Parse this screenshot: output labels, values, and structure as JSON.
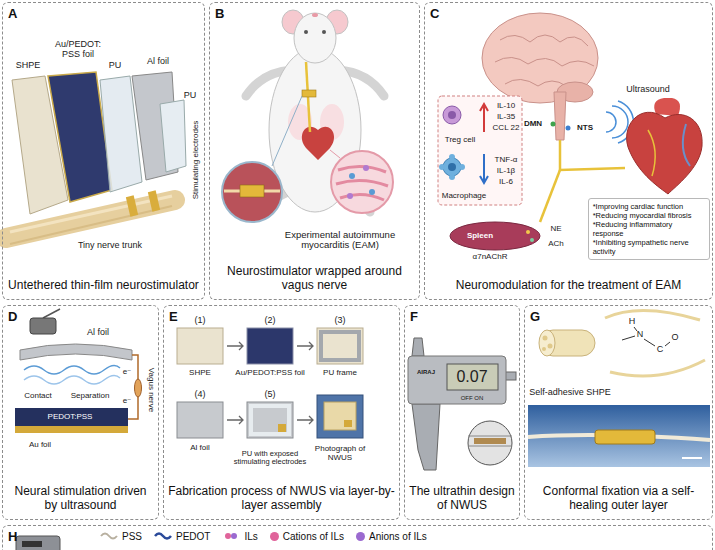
{
  "diagram": {
    "nodes": [
      {
        "text": [
          "A",
          "Untethered thin-film neurostimulator"
        ]
      },
      {
        "text": [
          "B",
          "Neurostimulator wrapped around vagus nerve"
        ]
      },
      {
        "text": [
          "C",
          "Neuromodulation for the treatment of EAM"
        ]
      },
      {
        "text": [
          "*Improving cardiac function",
          "*Reducing myocardial fibrosis",
          "*Reducing inflammatory response",
          "*Inhibiting sympathetic nerve activity"
        ],
        "in": 2
      },
      {
        "text": [
          "D",
          "Neural stimulation driven by ultrasound"
        ]
      },
      {
        "text": [
          "E",
          "Fabrication process of NWUS via layer-by-layer assembly"
        ]
      },
      {
        "text": [
          "F",
          "The ultrathin design of NWUS"
        ]
      },
      {
        "text": [
          "G",
          "Conformal fixation via a self-healing outer layer"
        ]
      },
      {
        "text": [
          "H"
        ]
      }
    ],
    "labels": [
      "SHPE",
      "Au/PEDOT: PSS foil",
      "PU",
      "Al foil",
      "PU",
      "Tiny nerve trunk",
      "Stimulating electrodes",
      "Experimental autoimmune myocarditis (EAM)",
      "DMN",
      "NTS",
      "Ultrasound",
      "IL-10",
      "IL-35",
      "CCL 22",
      "Treg cell",
      "TNF-α",
      "IL-1β",
      "IL-6",
      "Macrophage",
      "NE",
      "ACh",
      "Spleen",
      "α7nAChR",
      "Al foil",
      "Contact",
      "Separation",
      "Vagus nerve",
      "e⁻",
      "e⁻",
      "PEDOT:PSS",
      "Au foil",
      "(1)",
      "SHPE",
      "(2)",
      "Au/PEDOT:PSS foil",
      "(3)",
      "PU frame",
      "(4)",
      "Al foil",
      "(5)",
      "PU with exposed stimulating electrodes",
      "Photograph of NWUS",
      "AIRAJ",
      "0.07",
      "OFF ON",
      "N",
      "H",
      "C",
      "O",
      "Self-adhesive SHPE"
    ],
    "legend": [
      {
        "text": "PSS"
      },
      {
        "text": "PEDOT"
      },
      {
        "text": "ILs"
      },
      {
        "text": "Cations of ILs",
        "color": "#e0649b"
      },
      {
        "text": "Anions of ILs",
        "color": "#9b6ad0"
      }
    ]
  }
}
